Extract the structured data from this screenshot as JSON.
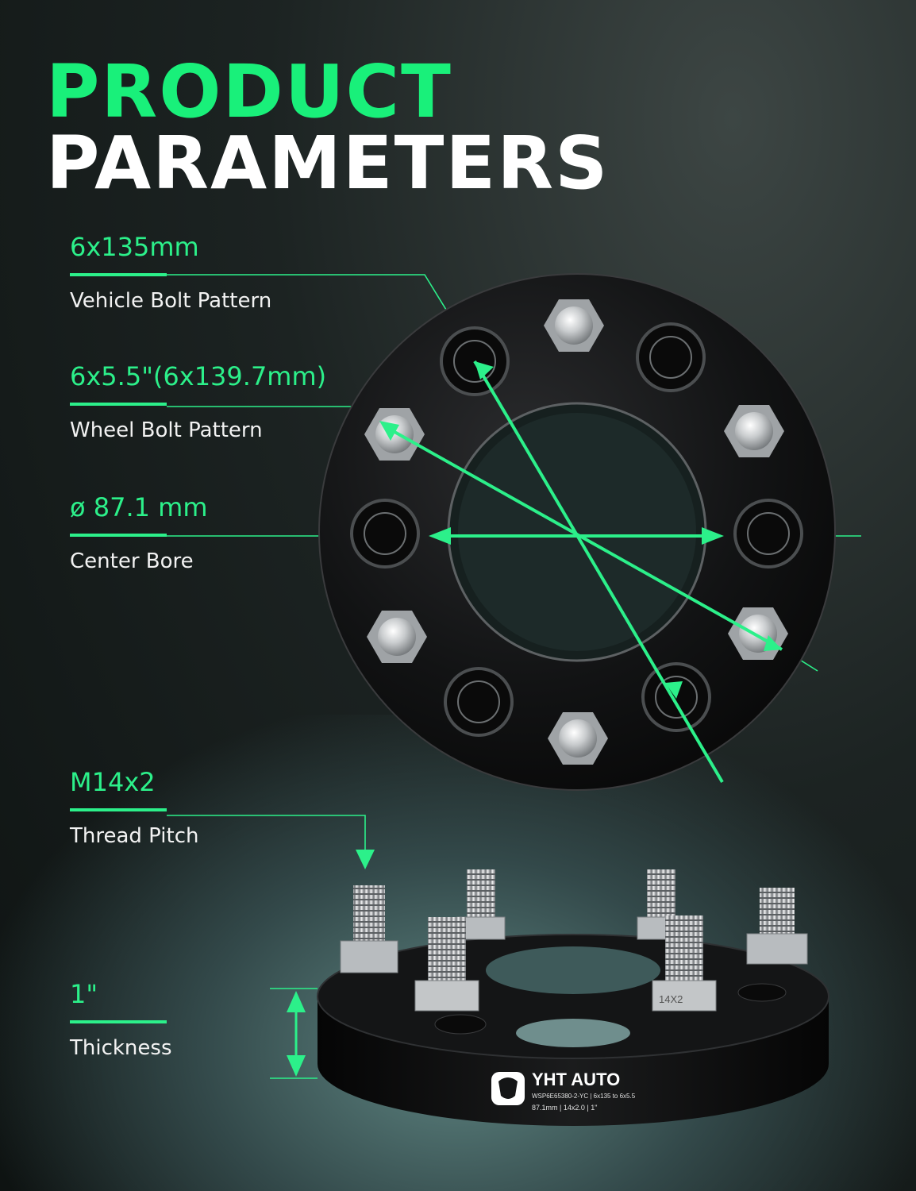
{
  "title": {
    "line1": "PRODUCT",
    "line2": "PARAMETERS"
  },
  "params": [
    {
      "value": "6x135mm",
      "label": "Vehicle Bolt Pattern"
    },
    {
      "value": "6x5.5\"(6x139.7mm)",
      "label": "Wheel Bolt Pattern"
    },
    {
      "value": "ø 87.1 mm",
      "label": "Center Bore"
    },
    {
      "value": "M14x2",
      "label": "Thread Pitch"
    },
    {
      "value": "1\"",
      "label": "Thickness"
    }
  ],
  "product": {
    "brand": "YHT AUTO",
    "engrave_line1": "WSP6E65380-2-YC | 6x135 to 6x5.5",
    "engrave_line2": "87.1mm  |  14x2.0  |  1\"",
    "stud_marking": "14X2"
  },
  "colors": {
    "accent": "#19f07a",
    "spacer": "#0b0b0c",
    "chrome": "#c9ccce"
  }
}
